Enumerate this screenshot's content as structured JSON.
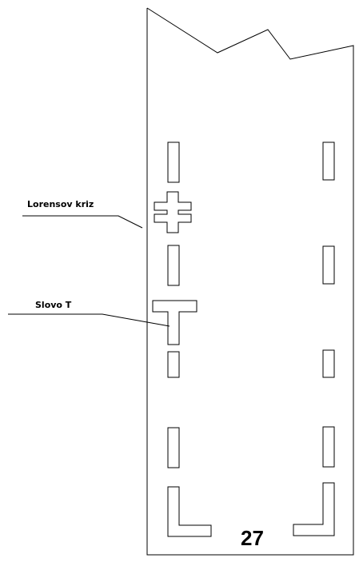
{
  "labels": {
    "lorentz_cross": "Lorensov kriz",
    "letter_t": "Slovo T"
  },
  "page_number": "27"
}
